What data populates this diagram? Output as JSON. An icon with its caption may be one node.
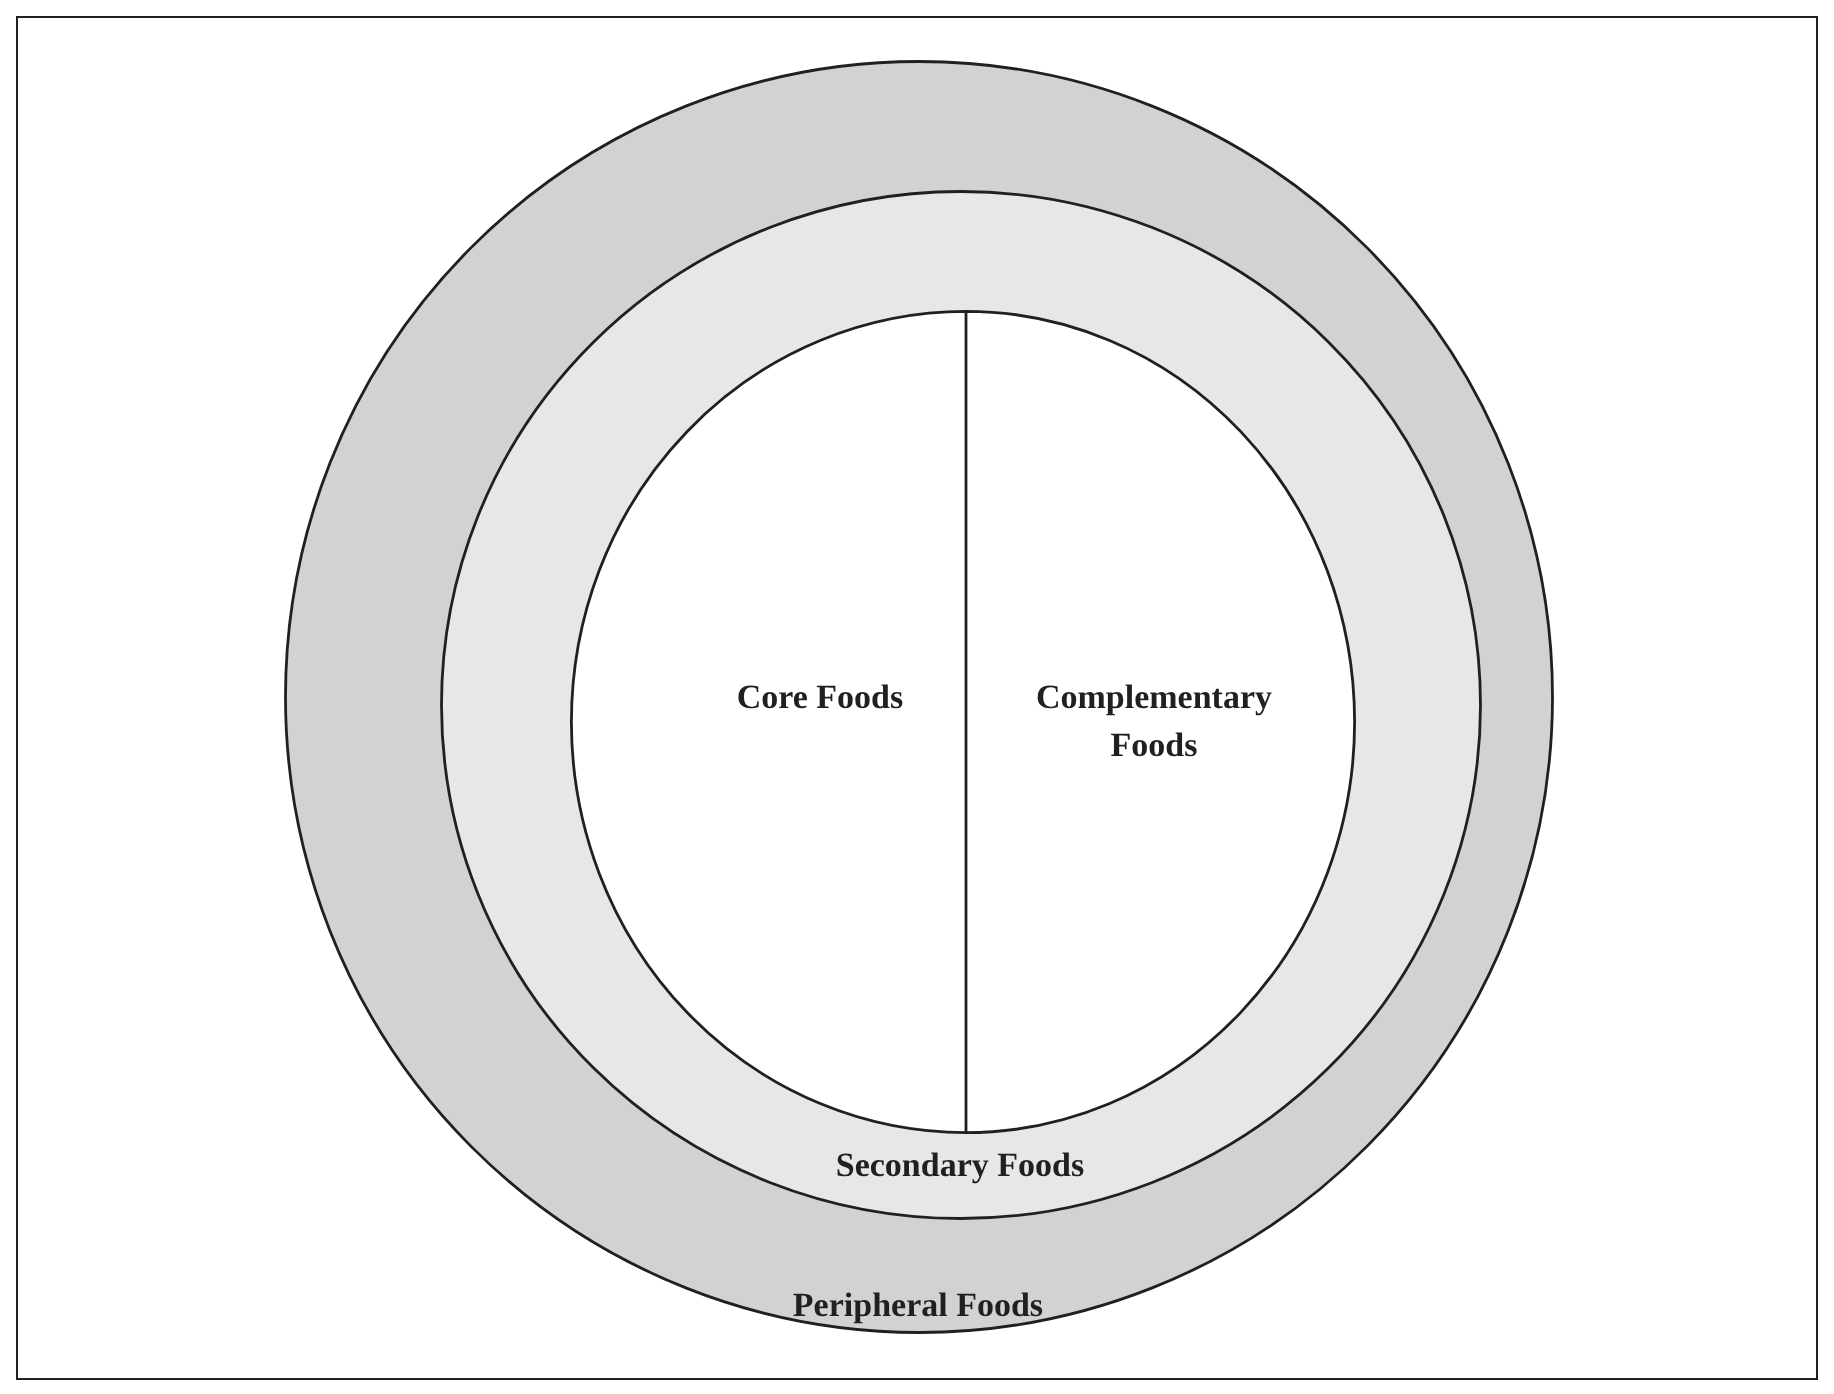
{
  "diagram": {
    "nodes": [
      {
        "text": [
          "Peripheral Foods"
        ]
      },
      {
        "text": [
          "Secondary Foods"
        ],
        "in": 0
      },
      {
        "text": [
          "Core Foods"
        ],
        "in": 1
      },
      {
        "text": [
          "Complementary Foods"
        ],
        "in": 1
      }
    ]
  }
}
